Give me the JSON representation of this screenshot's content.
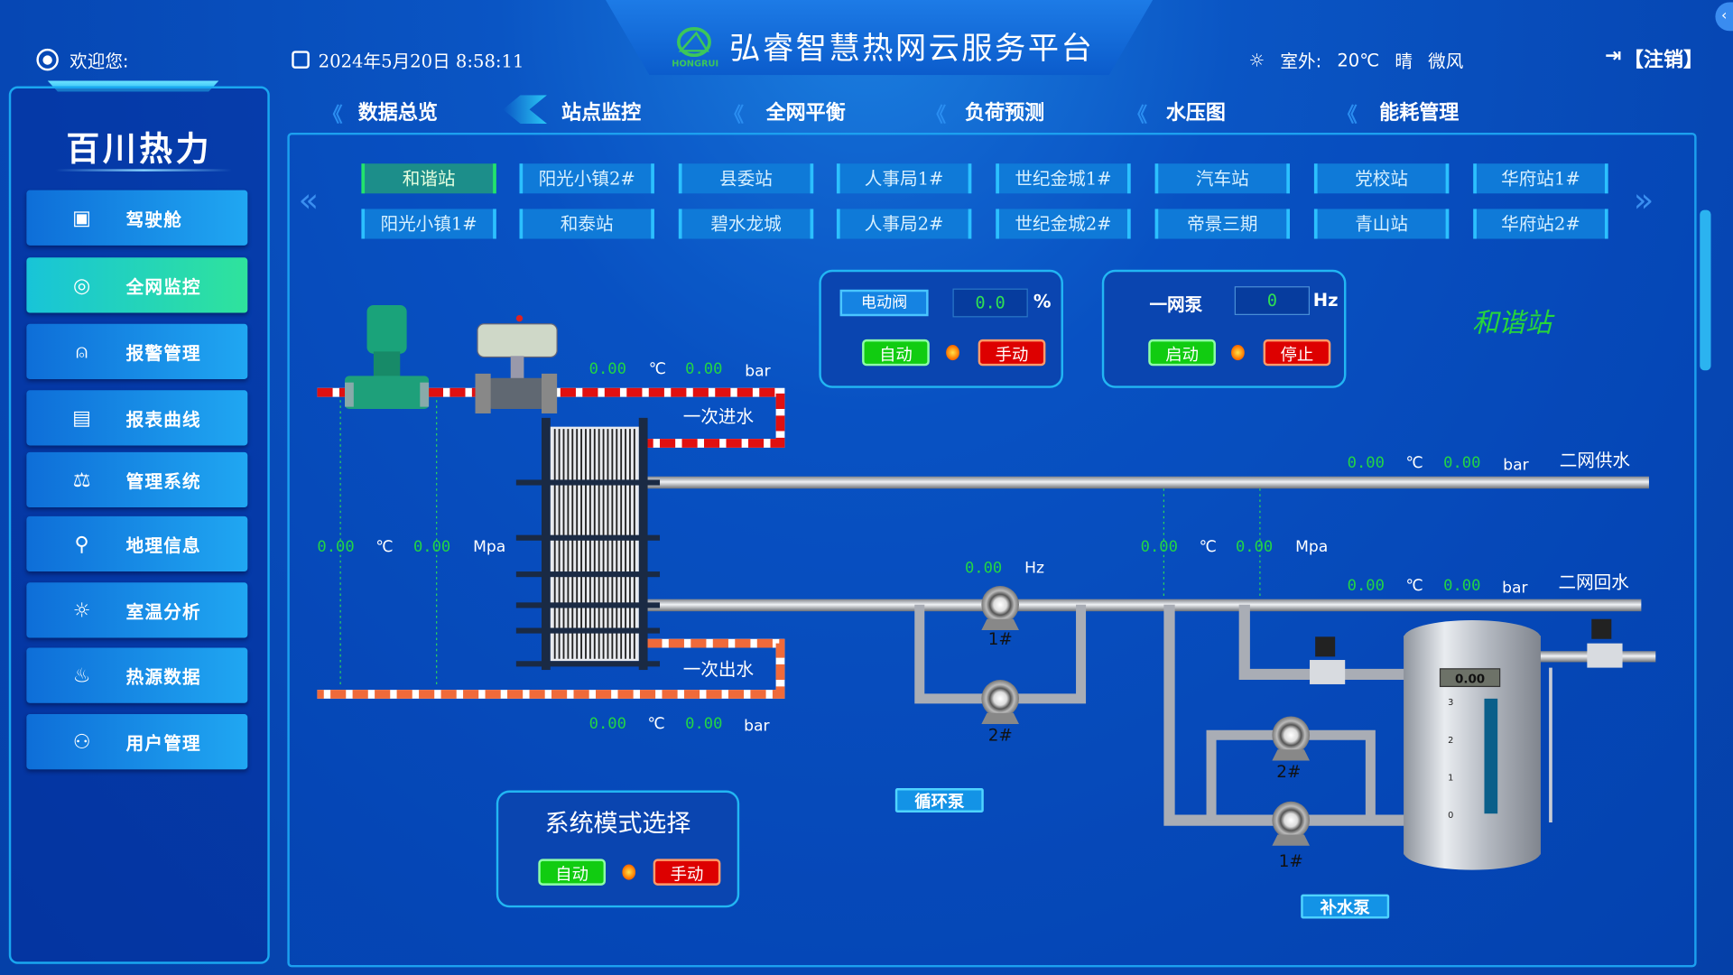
{
  "header": {
    "welcome": "欢迎您:",
    "datetime": "2024年5月20日 8:58:11",
    "title": "弘睿智慧热网云服务平台",
    "logo_text": "HONGRUI",
    "weather_label": "室外:",
    "temperature": "20℃",
    "weather": "晴",
    "wind": "微风",
    "logout": "【注销】"
  },
  "sidebar": {
    "brand": "百川热力",
    "items": [
      {
        "label": "驾驶舱",
        "icon": "monitor-play-icon"
      },
      {
        "label": "全网监控",
        "icon": "webcam-icon",
        "active": true
      },
      {
        "label": "报警管理",
        "icon": "alarm-light-icon"
      },
      {
        "label": "报表曲线",
        "icon": "report-chart-icon"
      },
      {
        "label": "管理系统",
        "icon": "scale-icon"
      },
      {
        "label": "地理信息",
        "icon": "map-pin-icon"
      },
      {
        "label": "室温分析",
        "icon": "sun-icon"
      },
      {
        "label": "热源数据",
        "icon": "flame-icon"
      },
      {
        "label": "用户管理",
        "icon": "user-gear-icon"
      }
    ]
  },
  "tabs": [
    "数据总览",
    "站点监控",
    "全网平衡",
    "负荷预测",
    "水压图",
    "能耗管理"
  ],
  "active_tab": "站点监控",
  "stations": [
    [
      "和谐站",
      "阳光小镇2#",
      "县委站",
      "人事局1#",
      "世纪金城1#",
      "汽车站",
      "党校站",
      "华府站1#"
    ],
    [
      "阳光小镇1#",
      "和泰站",
      "碧水龙城",
      "人事局2#",
      "世纪金城2#",
      "帝景三期",
      "青山站",
      "华府站2#"
    ]
  ],
  "active_station": "和谐站",
  "valve_panel": {
    "label": "电动阀",
    "value": "0.0",
    "unit": "%",
    "auto": "自动",
    "manual": "手动"
  },
  "pump_panel": {
    "label": "一网泵",
    "value": "0",
    "unit": "Hz",
    "start": "启动",
    "stop": "停止"
  },
  "station_name": "和谐站",
  "diagram": {
    "primary_supply": {
      "temp": "0.00",
      "temp_unit": "℃",
      "pressure": "0.00",
      "pressure_unit": "bar",
      "label": "一次进水"
    },
    "primary_return": {
      "temp": "0.00",
      "temp_unit": "℃",
      "pressure": "0.00",
      "pressure_unit": "bar",
      "label": "一次出水"
    },
    "primary_left": {
      "temp": "0.00",
      "temp_unit": "℃",
      "pressure": "0.00",
      "pressure_unit": "Mpa"
    },
    "secondary_supply": {
      "temp": "0.00",
      "temp_unit": "℃",
      "pressure": "0.00",
      "pressure_unit": "bar",
      "label": "二网供水"
    },
    "secondary_return": {
      "temp": "0.00",
      "temp_unit": "℃",
      "pressure": "0.00",
      "pressure_unit": "bar",
      "label": "二网回水"
    },
    "secondary_mid": {
      "temp": "0.00",
      "temp_unit": "℃",
      "pressure": "0.00",
      "pressure_unit": "Mpa"
    },
    "circ_freq": {
      "value": "0.00",
      "unit": "Hz"
    },
    "circ_pumps": [
      "1#",
      "2#"
    ],
    "circ_label": "循环泵",
    "makeup_pumps": [
      "2#",
      "1#"
    ],
    "makeup_label": "补水泵",
    "tank": {
      "display": "0.00",
      "scale": [
        "3",
        "2",
        "1",
        "0"
      ],
      "level": 0
    }
  },
  "mode": {
    "title": "系统模式选择",
    "auto": "自动",
    "manual": "手动"
  },
  "colors": {
    "primary_supply": "#e01010",
    "primary_return": "#f06a3a",
    "pipe": "#b8bcc4",
    "value": "#22d446",
    "accent": "#1ca0ef"
  }
}
